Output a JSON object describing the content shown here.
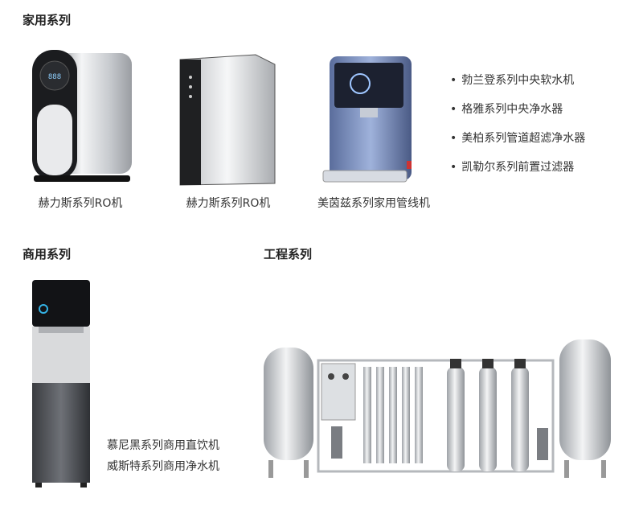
{
  "household": {
    "title": "家用系列",
    "products": [
      {
        "icon": "ro-purifier-silver-icon",
        "caption": "赫力斯系列RO机"
      },
      {
        "icon": "ro-purifier-box-icon",
        "caption": "赫力斯系列RO机"
      },
      {
        "icon": "pipeline-dispenser-icon",
        "caption": "美茵兹系列家用管线机"
      }
    ],
    "bullets": [
      "勃兰登系列中央软水机",
      "格雅系列中央净水器",
      "美柏系列管道超滤净水器",
      "凯勒尔系列前置过滤器"
    ]
  },
  "commercial": {
    "title": "商用系列",
    "product_icon": "commercial-water-dispenser-icon",
    "captions": [
      "慕尼黑系列商用直饮机",
      "威斯特系列商用净水机"
    ]
  },
  "engineering": {
    "title": "工程系列",
    "product_icon": "industrial-ro-system-icon"
  }
}
